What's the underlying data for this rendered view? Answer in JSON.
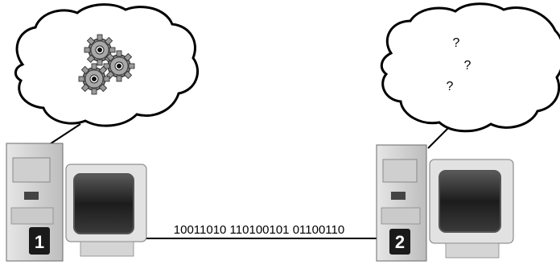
{
  "computers": [
    {
      "number": "1"
    },
    {
      "number": "2"
    }
  ],
  "link": {
    "bits": "10011010 110100101 01100110"
  },
  "thought_bubbles": [
    {
      "content_icon": "gears-icon"
    },
    {
      "content_icon": "question-marks",
      "marks": [
        "?",
        "?",
        "?"
      ]
    }
  ],
  "colors": {
    "line": "#000000",
    "gear": "#8a8a8a",
    "tower": "#d4d4d4",
    "screen": "#2a2a2a"
  }
}
